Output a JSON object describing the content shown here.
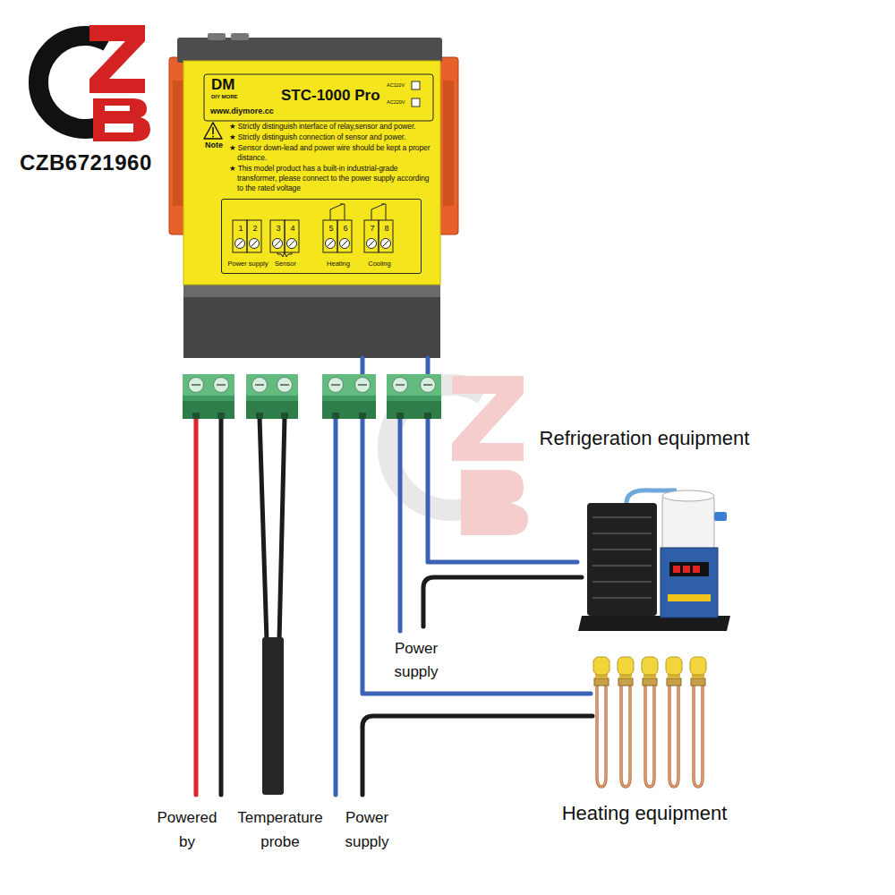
{
  "diagram": {
    "nodes": [
      {
        "text": [
          "DM",
          "DIY MORE",
          "STC-1000 Pro",
          "www.diymore.cc",
          "AC110V",
          "AC220V",
          "Note",
          "★ Strictly distinguish interface of relay,sensor and power.",
          "★ Strictly distinguish connection of sensor and power.",
          "★ Sensor down-lead and power wire should be kept a proper distance.",
          "★ This model product has a built-in industrial-grade transformer, please connect to the power supply according to the rated voltage"
        ]
      },
      {
        "text": [
          "1",
          "2",
          "3",
          "4",
          "5",
          "6",
          "7",
          "8",
          "Power supply",
          "Sensor",
          "Heating",
          "Cooling"
        ],
        "in": 0
      },
      {
        "text": [
          "Refrigeration equipment"
        ]
      },
      {
        "text": [
          "Heating equipment"
        ]
      }
    ],
    "edges": [
      {
        "from": 0,
        "to": 2,
        "arrow": "none"
      },
      {
        "from": 0,
        "to": 3,
        "arrow": "none"
      }
    ],
    "labels": [
      "CZB6721960",
      "Power supply",
      "Powered by",
      "Temperature probe",
      "Power supply"
    ]
  }
}
